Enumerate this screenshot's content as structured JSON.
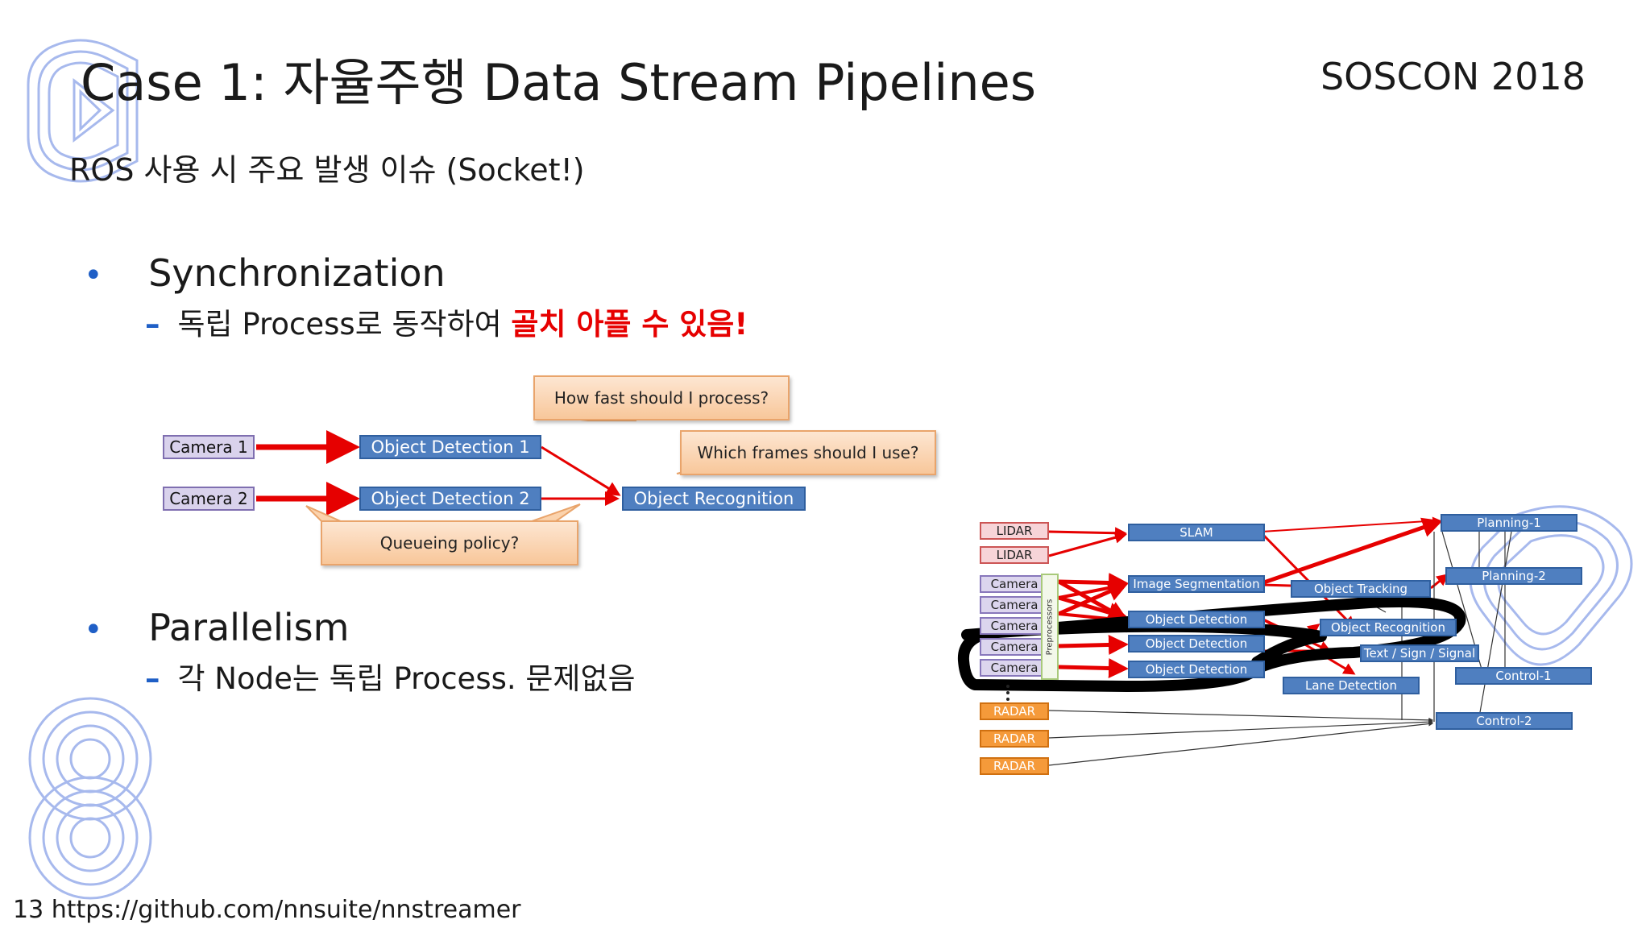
{
  "slide": {
    "title": "Case 1: 자율주행 Data Stream Pipelines",
    "conference": "SOSCON 2018",
    "subtitle": "ROS 사용 시 주요 발생 이슈 (Socket!)",
    "page_number": "13",
    "footer_url": "https://github.com/nnsuite/nnstreamer"
  },
  "bullets": [
    {
      "bullet": "•",
      "heading": "Synchronization",
      "dash": "–",
      "sub_normal": "독립 Process로 동작하여 ",
      "sub_emphasis": "골치 아플 수 있음!"
    },
    {
      "bullet": "•",
      "heading": "Parallelism",
      "dash": "–",
      "sub_normal": "각 Node는 독립 Process. 문제없음"
    }
  ],
  "left_diagram": {
    "camera1": "Camera 1",
    "camera2": "Camera 2",
    "od1": "Object Detection 1",
    "od2": "Object Detection 2",
    "recognition": "Object Recognition",
    "callout_speed": "How fast should I process?",
    "callout_frames": "Which frames should I use?",
    "callout_queue": "Queueing policy?"
  },
  "right_diagram": {
    "lidar": [
      "LIDAR",
      "LIDAR"
    ],
    "cameras": [
      "Camera",
      "Camera",
      "Camera",
      "Camera",
      "Camera"
    ],
    "preprocessors": "Preprocessors",
    "radar": [
      "RADAR",
      "RADAR",
      "RADAR"
    ],
    "slam": "SLAM",
    "image_segmentation": "Image Segmentation",
    "object_detection": [
      "Object Detection",
      "Object Detection",
      "Object Detection"
    ],
    "object_tracking": "Object Tracking",
    "object_recognition": "Object Recognition",
    "text_sign_signal": "Text / Sign / Signal",
    "lane_detection": "Lane Detection",
    "planning": [
      "Planning-1",
      "Planning-2"
    ],
    "control": [
      "Control-1",
      "Control-2"
    ]
  },
  "colors": {
    "accent_blue": "#1f5fc6",
    "emphasis_red": "#e60000",
    "arrow_red": "#e60000",
    "node_blue": "#4f7fc0"
  }
}
